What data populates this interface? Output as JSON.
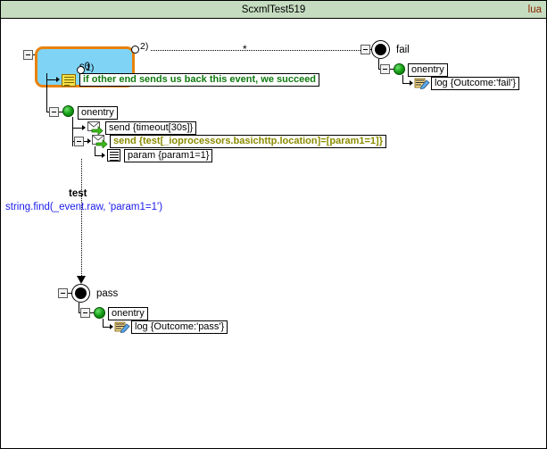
{
  "window": {
    "title": "ScxmlTest519",
    "language_badge": "lua"
  },
  "diagram": {
    "states": {
      "s0": {
        "label": "s0",
        "fill_color": "#7fd4f5",
        "border_color": "#e8820c",
        "port_1": "1)",
        "port_2": "2)"
      },
      "fail": {
        "label": "fail",
        "onentry_label": "onentry",
        "log_label": "log {Outcome:'fail'}"
      },
      "pass": {
        "label": "pass",
        "onentry_label": "onentry",
        "log_label": "log {Outcome:'pass'}"
      }
    },
    "s0_children": {
      "comment": "if other end sends us back this event, we succeed",
      "onentry_label": "onentry",
      "send_timeout": "send {timeout[30s]}",
      "send_test": "send {test[_ioprocessors.basichttp.location]=[param1=1]}",
      "param": "param {param1=1}"
    },
    "transitions": {
      "to_pass": {
        "event": "test",
        "condition": "string.find(_event.raw, 'param1=1')"
      },
      "to_fail": {
        "event": "*"
      }
    },
    "colors": {
      "comment_text": "#107a10",
      "send_test_text": "#8a8a00",
      "condition_text": "#1a1aee",
      "titlebar_bg": "#c5dcc0",
      "language_badge": "#8b2500"
    }
  }
}
